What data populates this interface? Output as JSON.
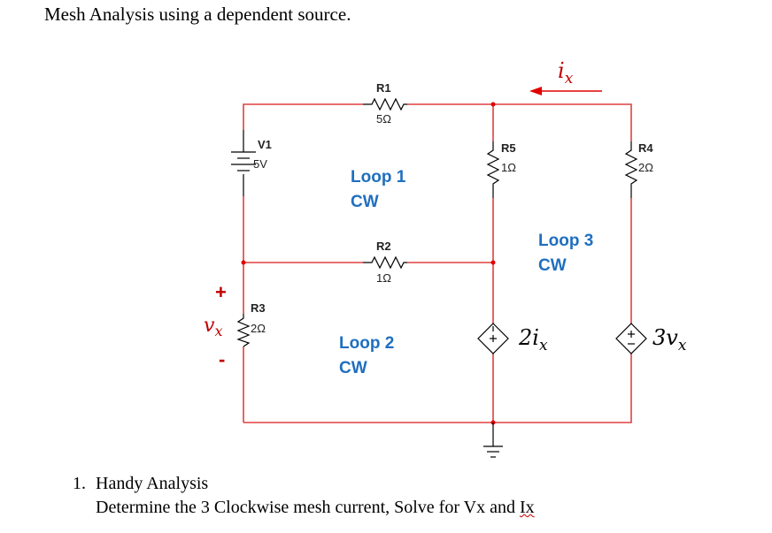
{
  "title": "Mesh Analysis using a dependent source.",
  "components": {
    "v1": {
      "name": "V1",
      "value": "5V"
    },
    "r1": {
      "name": "R1",
      "value": "5Ω"
    },
    "r2": {
      "name": "R2",
      "value": "1Ω"
    },
    "r3": {
      "name": "R3",
      "value": "2Ω"
    },
    "r4": {
      "name": "R4",
      "value": "2Ω"
    },
    "r5": {
      "name": "R5",
      "value": "1Ω"
    }
  },
  "loops": [
    {
      "name": "Loop 1",
      "direction": "CW"
    },
    {
      "name": "Loop 2",
      "direction": "CW"
    },
    {
      "name": "Loop 3",
      "direction": "CW"
    }
  ],
  "sources": {
    "dep1": {
      "base": "2i",
      "sub": "x"
    },
    "dep2": {
      "base": "3v",
      "sub": "x"
    }
  },
  "current_label": {
    "base": "i",
    "sub": "x"
  },
  "vx_label": {
    "base": "v",
    "sub": "x",
    "plus": "+",
    "minus": "-"
  },
  "problem": {
    "number": "1.",
    "heading": "Handy Analysis",
    "body": "Determine the 3 Clockwise mesh current, Solve for Vx and ",
    "ix_text": "Ix"
  },
  "colors": {
    "wire": "#e04040",
    "loop_label": "#1f6fbf",
    "arrow": "#e00000"
  }
}
